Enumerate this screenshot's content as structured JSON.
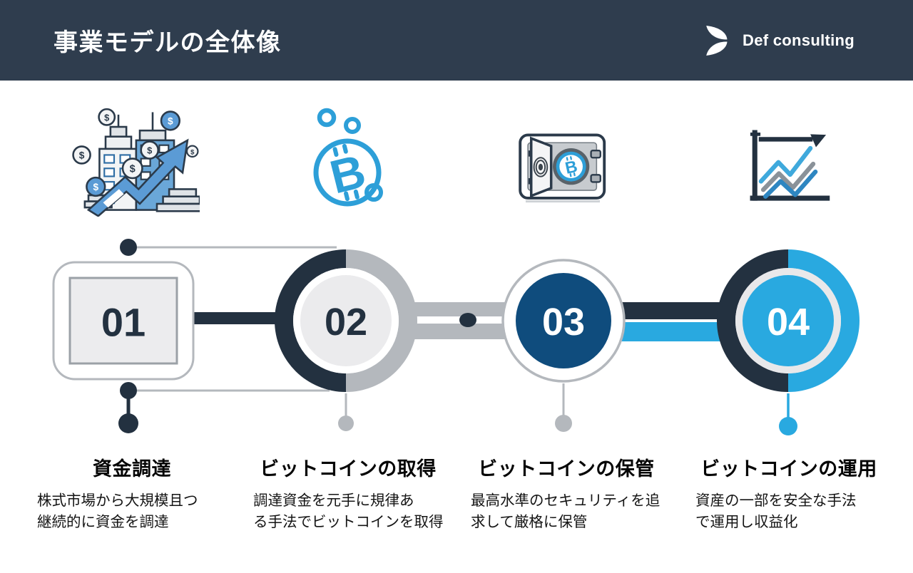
{
  "header": {
    "title": "事業モデルの全体像",
    "brand": "Def consulting",
    "brand_icon": "leaf-logo-icon"
  },
  "colors": {
    "header_bg": "#2f3d4e",
    "navy": "#233140",
    "dark_blue": "#0f4c7d",
    "light_blue": "#29a9e0",
    "sky_blue": "#2d9fd8",
    "gray": "#b4b8bd"
  },
  "steps": [
    {
      "number": "01",
      "title": "資金調達",
      "desc_line1": "株式市場から大規模且つ",
      "desc_line2": "継続的に資金を調達",
      "icon": "buildings-coins-growth-icon"
    },
    {
      "number": "02",
      "title": "ビットコインの取得",
      "desc_line1": "調達資金を元手に規律あ",
      "desc_line2": "る手法でビットコインを取得",
      "icon": "bitcoin-coin-icon"
    },
    {
      "number": "03",
      "title": "ビットコインの保管",
      "desc_line1": "最高水準のセキュリティを追",
      "desc_line2": "求して厳格に保管",
      "icon": "safe-vault-bitcoin-icon"
    },
    {
      "number": "04",
      "title": "ビットコインの運用",
      "desc_line1": "資産の一部を安全な手法",
      "desc_line2": "で運用し収益化",
      "icon": "growth-chart-icon"
    }
  ]
}
